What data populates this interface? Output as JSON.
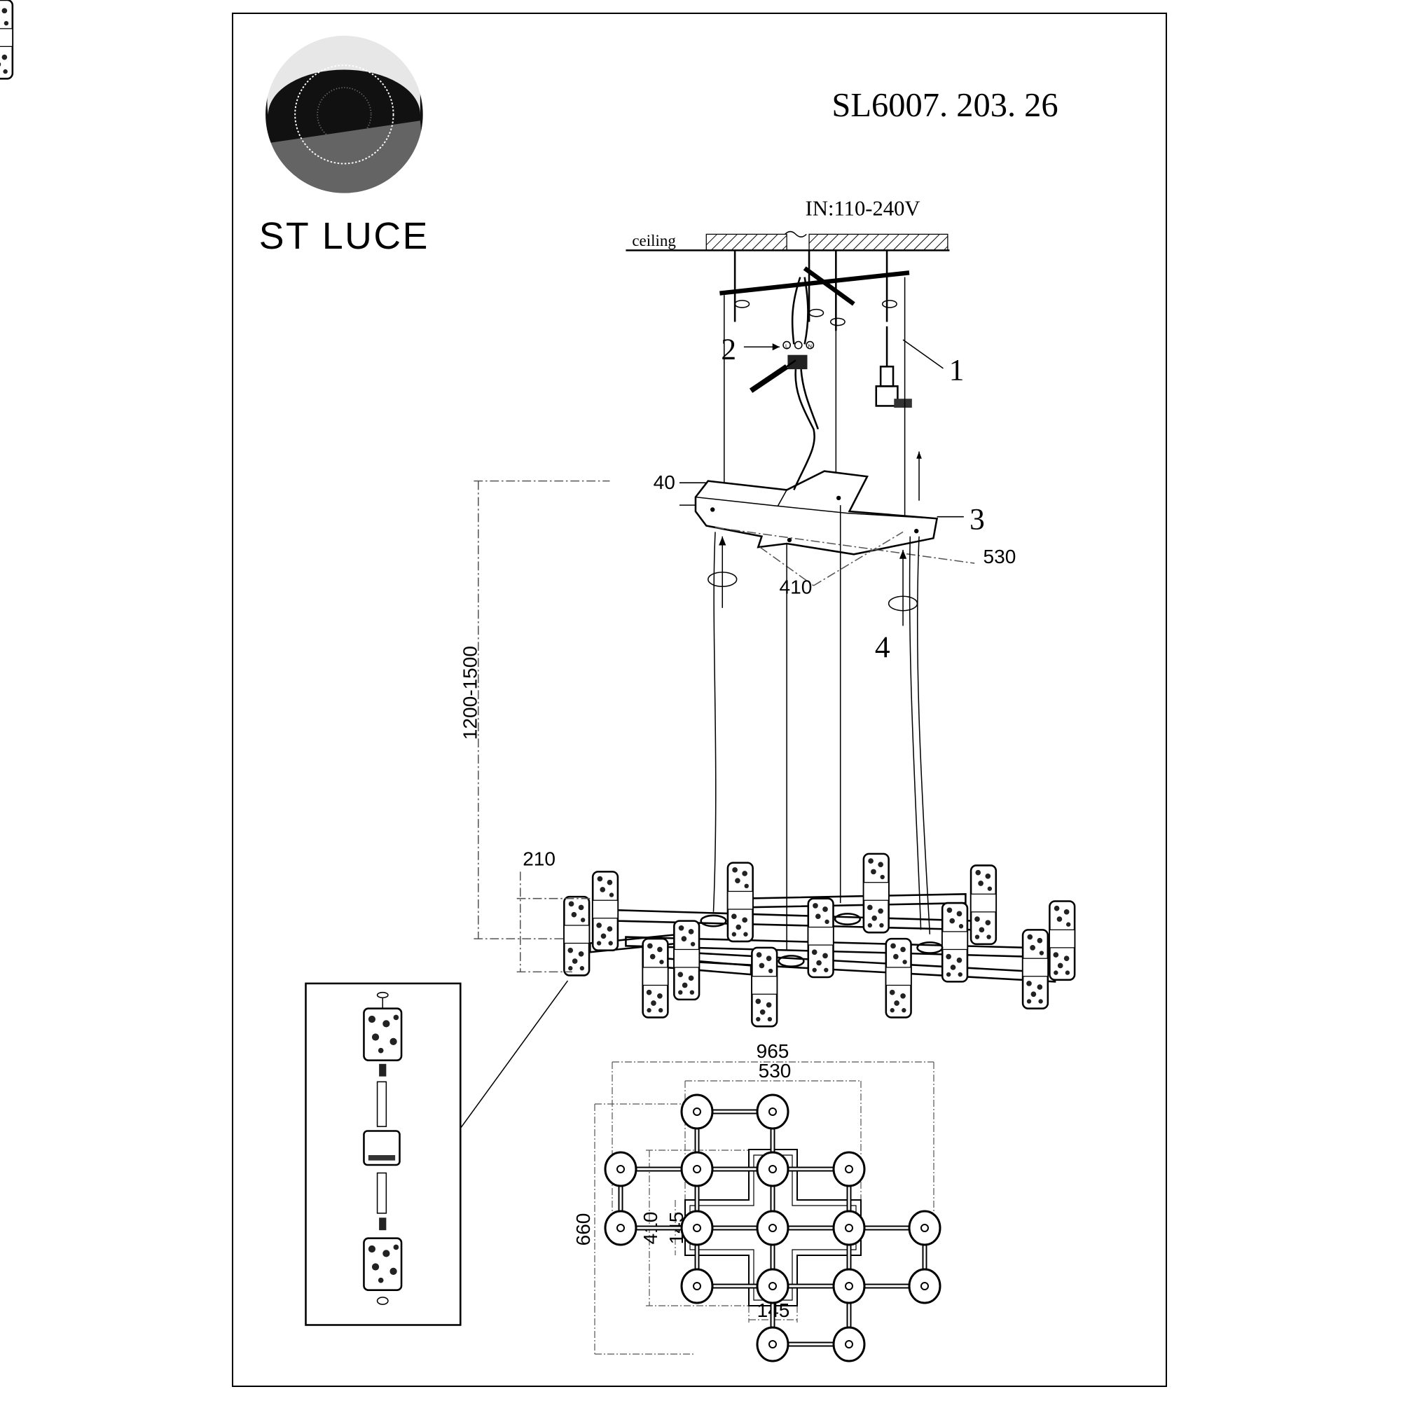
{
  "header": {
    "brand": "ST LUCE",
    "model": "SL6007. 203. 26"
  },
  "install": {
    "input_voltage": "IN:110-240V",
    "ceiling_label": "ceiling",
    "terminal_labels": [
      "L",
      "N"
    ],
    "callouts": [
      "1",
      "2",
      "3",
      "4"
    ]
  },
  "dimensions": {
    "plate_height": "40",
    "plate_length": "530",
    "plate_width": "410",
    "suspension": "1200-1500",
    "fixture_height": "210"
  },
  "top_view": {
    "overall_width": "965",
    "cross_width": "530",
    "overall_depth": "660",
    "cross_depth": "410",
    "arm_width_v": "145",
    "arm_width_h": "145"
  }
}
